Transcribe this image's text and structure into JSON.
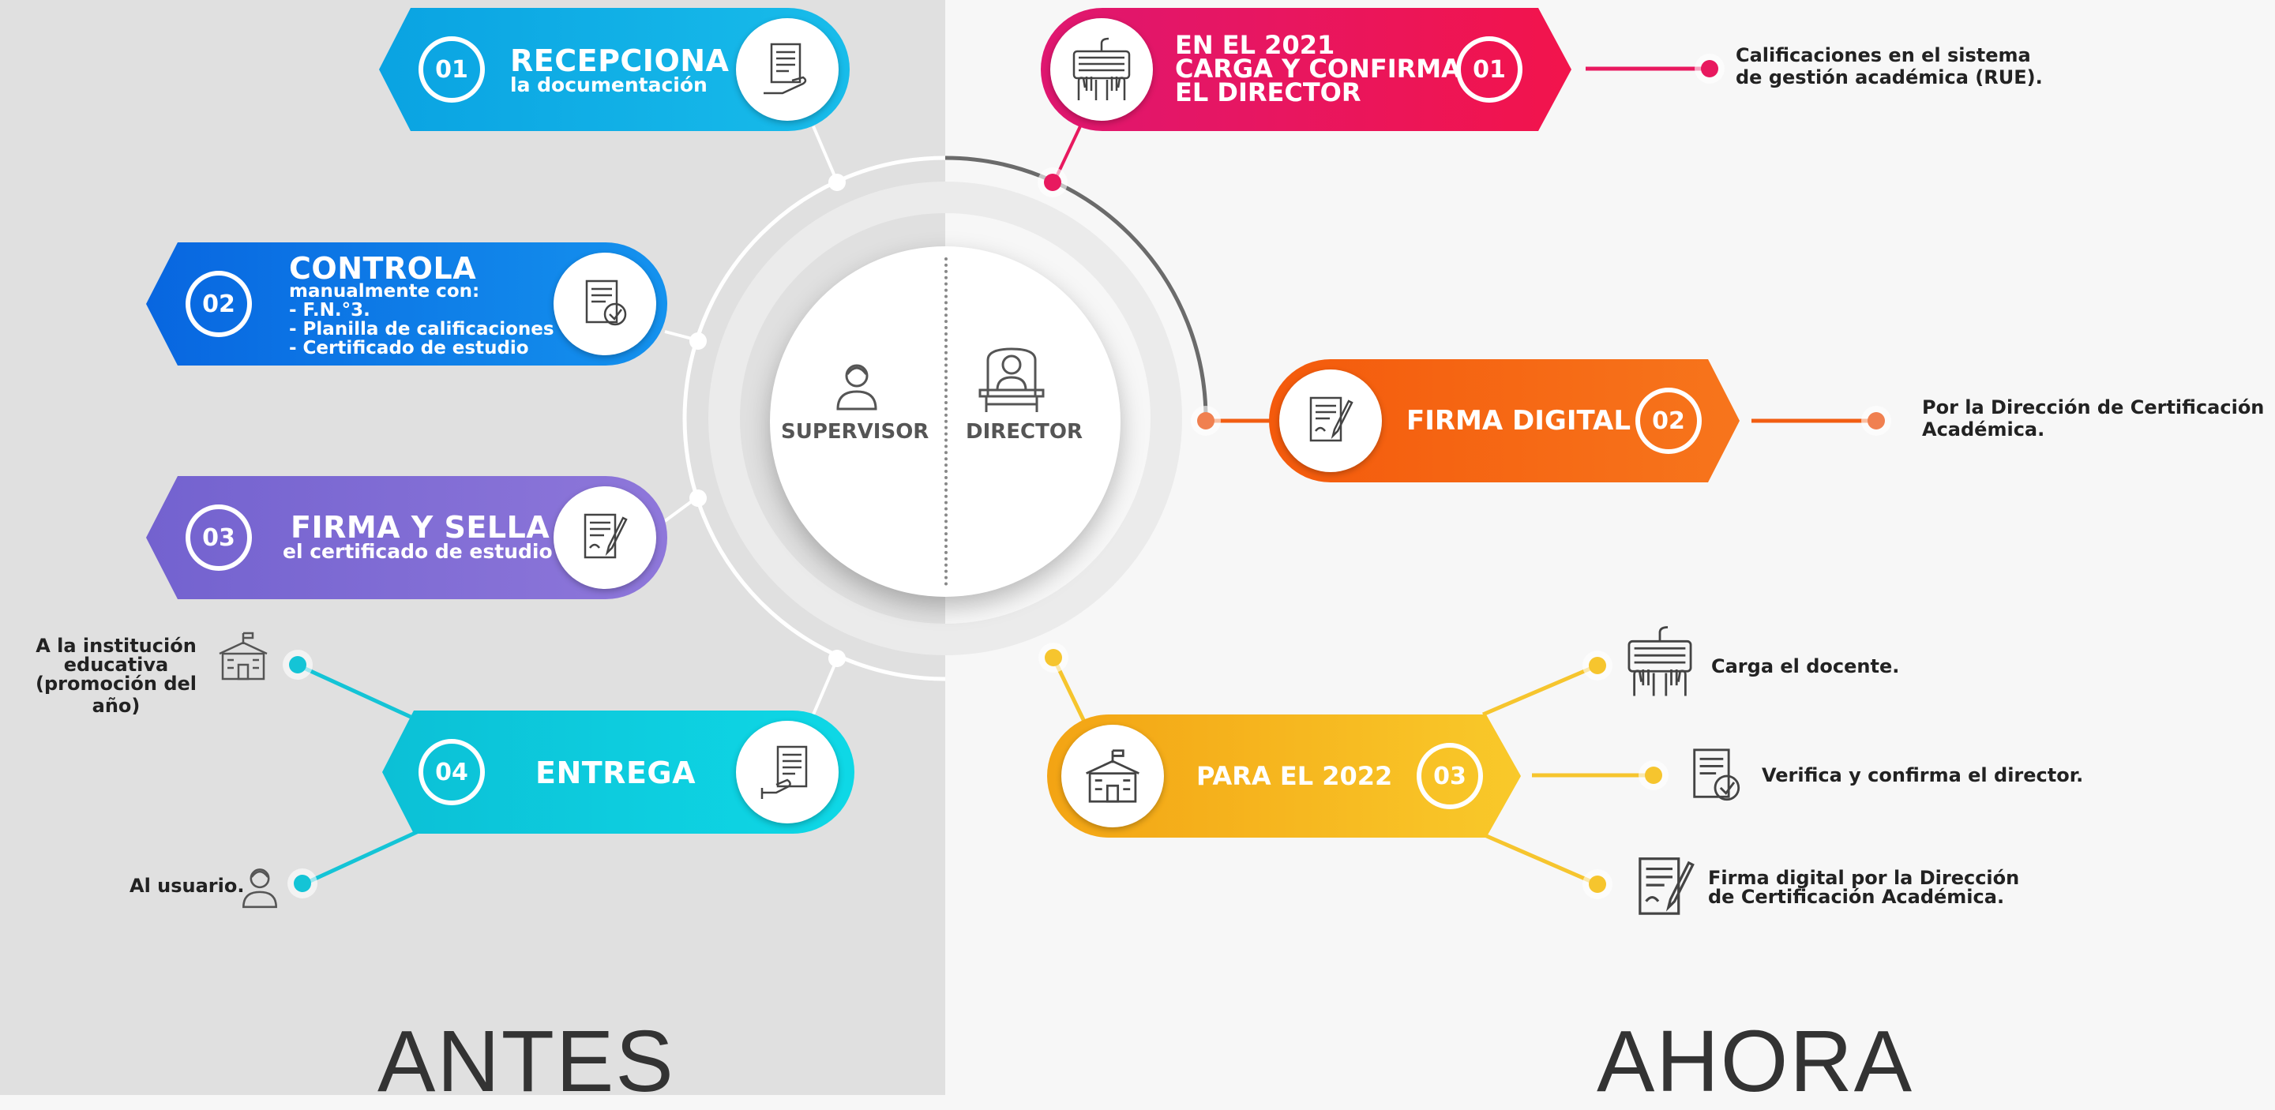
{
  "left_title": "ANTES",
  "right_title": "AHORA",
  "center": {
    "left_label": "SUPERVISOR",
    "right_label": "DIRECTOR"
  },
  "antes": [
    {
      "number": "01",
      "title": "RECEPCIONA",
      "subtitle": "la documentación",
      "icon": "document-hand-icon",
      "color": "#0fa0e0"
    },
    {
      "number": "02",
      "title": "CONTROLA",
      "lines": [
        "manualmente con:",
        "- F.N.°3.",
        "- Planilla de calificaciones",
        "- Certificado de estudio"
      ],
      "icon": "document-check-icon",
      "color": "#0a74e6"
    },
    {
      "number": "03",
      "title": "FIRMA Y SELLA",
      "subtitle": "el certificado de estudio",
      "icon": "document-signature-icon",
      "color": "#7e66d2"
    },
    {
      "number": "04",
      "title": "ENTREGA",
      "icon": "document-hand-icon",
      "color": "#10c6d8"
    }
  ],
  "antes_notes": {
    "institution": [
      "A la institución",
      "educativa",
      "(promoción del año)"
    ],
    "user": "Al usuario."
  },
  "ahora": [
    {
      "number": "01",
      "lines": [
        "EN EL 2021",
        "CARGA Y CONFIRMA",
        "EL DIRECTOR"
      ],
      "icon": "keyboard-hands-icon",
      "color": "#e8195f",
      "note": [
        "Calificaciones en el sistema",
        "de gestión académica (RUE)."
      ]
    },
    {
      "number": "02",
      "title": "FIRMA DIGITAL",
      "icon": "document-signature-icon",
      "color": "#f25d12",
      "note": [
        "Por la Dirección de Certificación",
        "Académica."
      ]
    },
    {
      "number": "03",
      "title": "PARA EL 2022",
      "icon": "school-icon",
      "color": "#f6ad18"
    }
  ],
  "ahora_notes": {
    "teacher": "Carga el docente.",
    "director": "Verifica y confirma el director.",
    "digital": [
      "Firma digital por la Dirección",
      "de Certificación Académica."
    ]
  }
}
